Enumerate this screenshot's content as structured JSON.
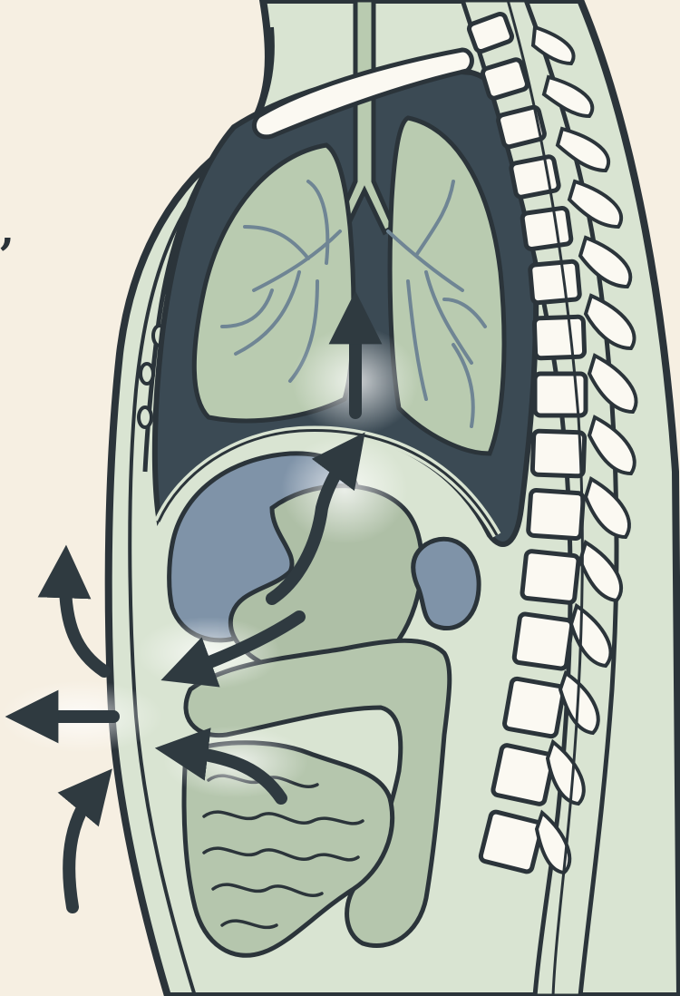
{
  "diagram": {
    "stray_mark": ",",
    "colors": {
      "background": "#f6efe2",
      "tissue": "#d9e4d2",
      "outline": "#2b343a",
      "cavity": "#3b4a54",
      "lung": "#b9cbb0",
      "organ_blue": "#7f93a8",
      "stomach": "#aebfa6",
      "intestine": "#b5c6ad",
      "bone": "#fbf9f2",
      "arrow": "#2f3a40"
    },
    "icons": [
      "lungs",
      "trachea",
      "diaphragm",
      "liver",
      "stomach",
      "kidney",
      "large-intestine",
      "small-intestine",
      "spine",
      "sternum",
      "clavicle",
      "arrow-up",
      "arrow-left",
      "arrow-curved"
    ]
  }
}
